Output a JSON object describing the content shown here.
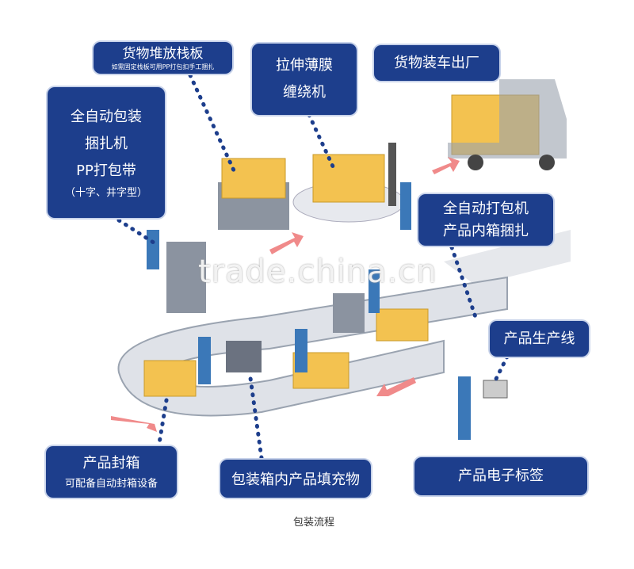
{
  "labels": {
    "auto_wrap": [
      "全自动包装",
      "捆扎机",
      "PP打包带",
      "（十字、井字型）"
    ],
    "pallet": {
      "title": "货物堆放栈板",
      "note": "如需固定栈板可用PP打包扣手工捆扎"
    },
    "stretch": [
      "拉伸薄膜",
      "缠绕机"
    ],
    "truck": "货物装车出厂",
    "strapping": [
      "全自动打包机",
      "产品内箱捆扎"
    ],
    "production": "产品生产线",
    "etag": "产品电子标签",
    "sealing": {
      "title": "产品封箱",
      "note": "可配备自动封箱设备"
    },
    "filler": "包装箱内产品填充物"
  },
  "watermark": "trade.china.cn",
  "caption": "包装流程",
  "colors": {
    "box": "#1d3e8c",
    "arrow": "#f08a8a",
    "carton": "#f3c250"
  }
}
